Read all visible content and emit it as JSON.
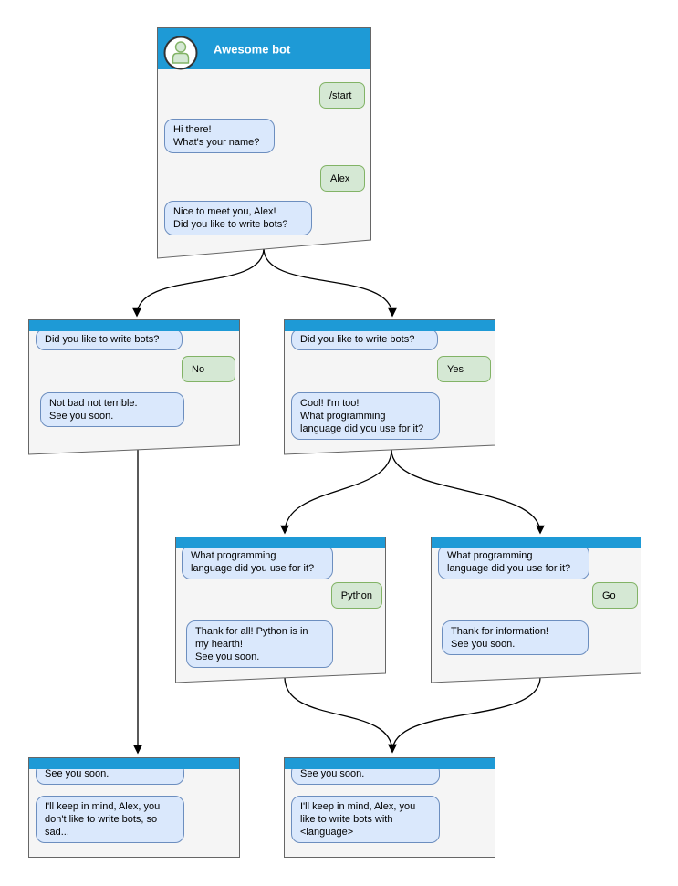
{
  "colors": {
    "header_blue": "#1E9AD6",
    "window_fill": "#F5F5F5",
    "window_border": "#666666",
    "bot_bubble_fill": "#DAE8FC",
    "bot_bubble_border": "#6C8EBF",
    "user_bubble_fill": "#D5E8D4",
    "user_bubble_border": "#82B366",
    "arrow": "#000000"
  },
  "main_window": {
    "title": "Awesome bot",
    "avatar_icon": "person-icon",
    "messages": {
      "start_command": "/start",
      "greeting": "Hi there!\nWhat's your name?",
      "user_name": "Alex",
      "question": "Nice to meet you, Alex!\nDid you like to write bots?"
    }
  },
  "branch_no": {
    "question": "Did you like to write bots?",
    "answer": "No",
    "reply": "Not bad not terrible.\nSee you soon."
  },
  "branch_yes": {
    "question": "Did you like to write bots?",
    "answer": "Yes",
    "reply": "Cool! I'm too!\nWhat programming\nlanguage did you use for it?"
  },
  "branch_python": {
    "question": "What programming\nlanguage did you use for it?",
    "answer": "Python",
    "reply": "Thank for all! Python is in\nmy hearth!\nSee you soon."
  },
  "branch_go": {
    "question": "What programming\nlanguage did you use for it?",
    "answer": "Go",
    "reply": "Thank for information!\nSee you soon."
  },
  "end_no": {
    "question": "See you soon.",
    "reply": "I'll keep in mind, Alex, you\ndon't like to write bots, so\nsad..."
  },
  "end_yes": {
    "question": "See you soon.",
    "reply": "I'll keep in mind, Alex, you\nlike to write bots with\n<language>"
  }
}
